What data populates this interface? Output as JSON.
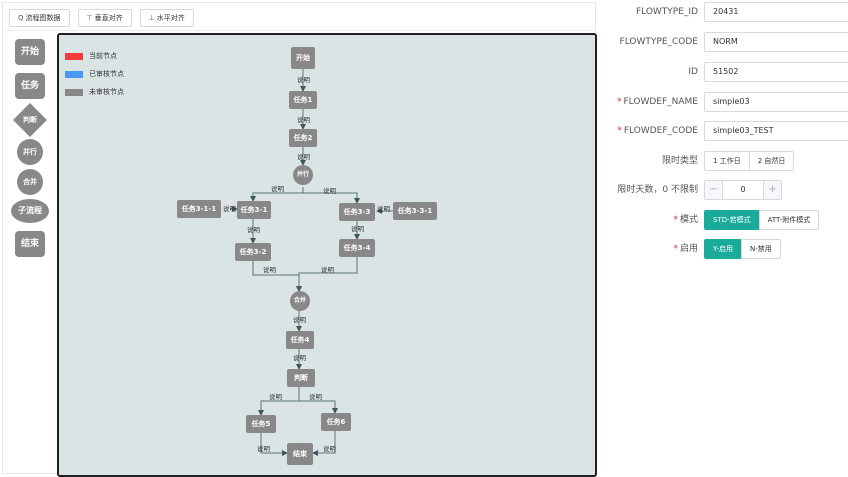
{
  "toolbar": {
    "buttons": [
      {
        "icon": "search-icon",
        "glyph": "Q",
        "label": "流程图数据"
      },
      {
        "icon": "vertical-align-icon",
        "glyph": "⊤",
        "label": "垂直对齐"
      },
      {
        "icon": "horizontal-align-icon",
        "glyph": "⊥",
        "label": "水平对齐"
      }
    ]
  },
  "palette": {
    "start": "开始",
    "task": "任务",
    "decision": "判断",
    "parallel": "并行",
    "merge": "合并",
    "subflow": "子流程",
    "end": "结束"
  },
  "legend": [
    {
      "label": "当前节点",
      "color": "#f03c3c"
    },
    {
      "label": "已审核节点",
      "color": "#4a9af5"
    },
    {
      "label": "未审核节点",
      "color": "#888888"
    }
  ],
  "diagram": {
    "nodes": {
      "start": "开始",
      "task1": "任务1",
      "task2": "任务2",
      "parallel": "并行",
      "task3_1_1": "任务3-1-1",
      "task3_1": "任务3-1",
      "task3_3": "任务3-3",
      "task3_3_1": "任务3-3-1",
      "task3_2": "任务3-2",
      "task3_4": "任务3-4",
      "merge": "合并",
      "task4": "任务4",
      "decision": "判断",
      "task5": "任务5",
      "task6": "任务6",
      "end": "结束"
    },
    "edge_label": "说明"
  },
  "form": {
    "flowtype_id": {
      "label": "FLOWTYPE_ID",
      "value": "20431"
    },
    "flowtype_code": {
      "label": "FLOWTYPE_CODE",
      "value": "NORM"
    },
    "id": {
      "label": "ID",
      "value": "51502"
    },
    "flowdef_name": {
      "label": "FLOWDEF_NAME",
      "value": "simple03",
      "required": "*"
    },
    "flowdef_code": {
      "label": "FLOWDEF_CODE",
      "value": "simple03_TEST",
      "required": "*"
    },
    "limit_type": {
      "label": "限时类型",
      "options": [
        "1 工作日",
        "2 自然日"
      ]
    },
    "limit_days": {
      "label": "限时天数，0 不限制",
      "value": "0",
      "minus": "−",
      "plus": "+"
    },
    "mode": {
      "label": "模式",
      "required": "*",
      "options": [
        "STD-若模式",
        "ATT-附件模式"
      ],
      "selected": "STD-若模式"
    },
    "enabled": {
      "label": "启用",
      "required": "*",
      "options": [
        "Y-启用",
        "N-禁用"
      ],
      "selected": "Y-启用"
    }
  },
  "colors": {
    "accent": "#1aab9b",
    "node": "#888888",
    "canvas_bg": "#dbe4e4"
  }
}
